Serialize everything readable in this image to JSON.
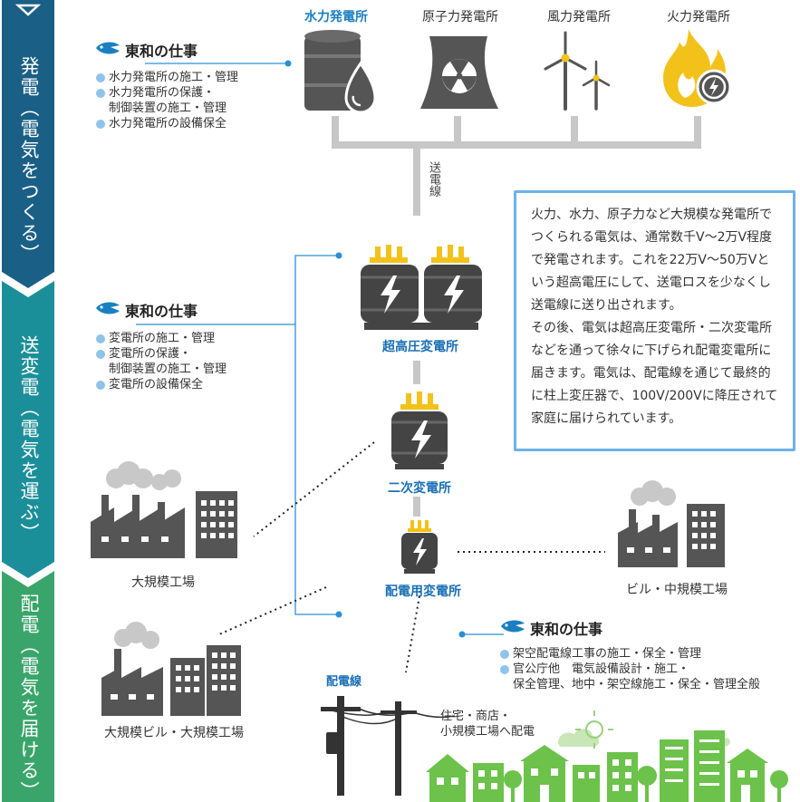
{
  "sidebar": {
    "stages": [
      {
        "label": "発電（電気をつくる）",
        "color": "#1a5f86"
      },
      {
        "label": "送変電（電気を運ぶ）",
        "color": "#1b8f99"
      },
      {
        "label": "配電（電気を届ける）",
        "color": "#3aa56a"
      }
    ]
  },
  "power_plants": [
    {
      "label": "水力発電所",
      "icon": "hydro-plant-icon",
      "highlight": true
    },
    {
      "label": "原子力発電所",
      "icon": "nuclear-plant-icon",
      "highlight": false
    },
    {
      "label": "風力発電所",
      "icon": "wind-turbine-icon",
      "highlight": false
    },
    {
      "label": "火力発電所",
      "icon": "thermal-flame-icon",
      "highlight": false
    }
  ],
  "transmission_label": "送電線",
  "work_sections": [
    {
      "title": "東和の仕事",
      "items": [
        "水力発電所の施工・管理",
        "水力発電所の保護・\n制御装置の施工・管理",
        "水力発電所の設備保全"
      ]
    },
    {
      "title": "東和の仕事",
      "items": [
        "変電所の施工・管理",
        "変電所の保護・\n制御装置の施工・管理",
        "変電所の設備保全"
      ]
    },
    {
      "title": "東和の仕事",
      "items": [
        "架空配電線工事の施工・保全・管理",
        "官公庁他　電気設備設計・施工・\n保全管理、地中・架空線施工・保全・管理全般"
      ]
    }
  ],
  "substations": {
    "ultra_high": "超高圧変電所",
    "secondary": "二次変電所",
    "distribution": "配電用変電所"
  },
  "facilities": {
    "large_factory": "大規模工場",
    "building_mid_factory": "ビル・中規模工場",
    "large_building_factory": "大規模ビル・大規模工場"
  },
  "distribution_line": "配電線",
  "residential": "住宅・商店・\n小規模工場へ配電",
  "info_text": "火力、水力、原子力など大規模な発電所でつくられる電気は、通常数千V〜2万V程度で発電されます。これを22万V〜50万Vという超高電圧にして、送電ロスを少なくし送電線に送り出されます。\nその後、電気は超高圧変電所・二次変電所などを通って徐々に下げられ配電変電所に届きます。電気は、配電線を通じて最終的に柱上変圧器で、100V/200Vに降圧されて家庭に届けられています。",
  "colors": {
    "accent_blue": "#1a7fc1",
    "icon_gray": "#555555",
    "flame_yellow": "#f2c21b",
    "town_green": "#6cc24a"
  }
}
